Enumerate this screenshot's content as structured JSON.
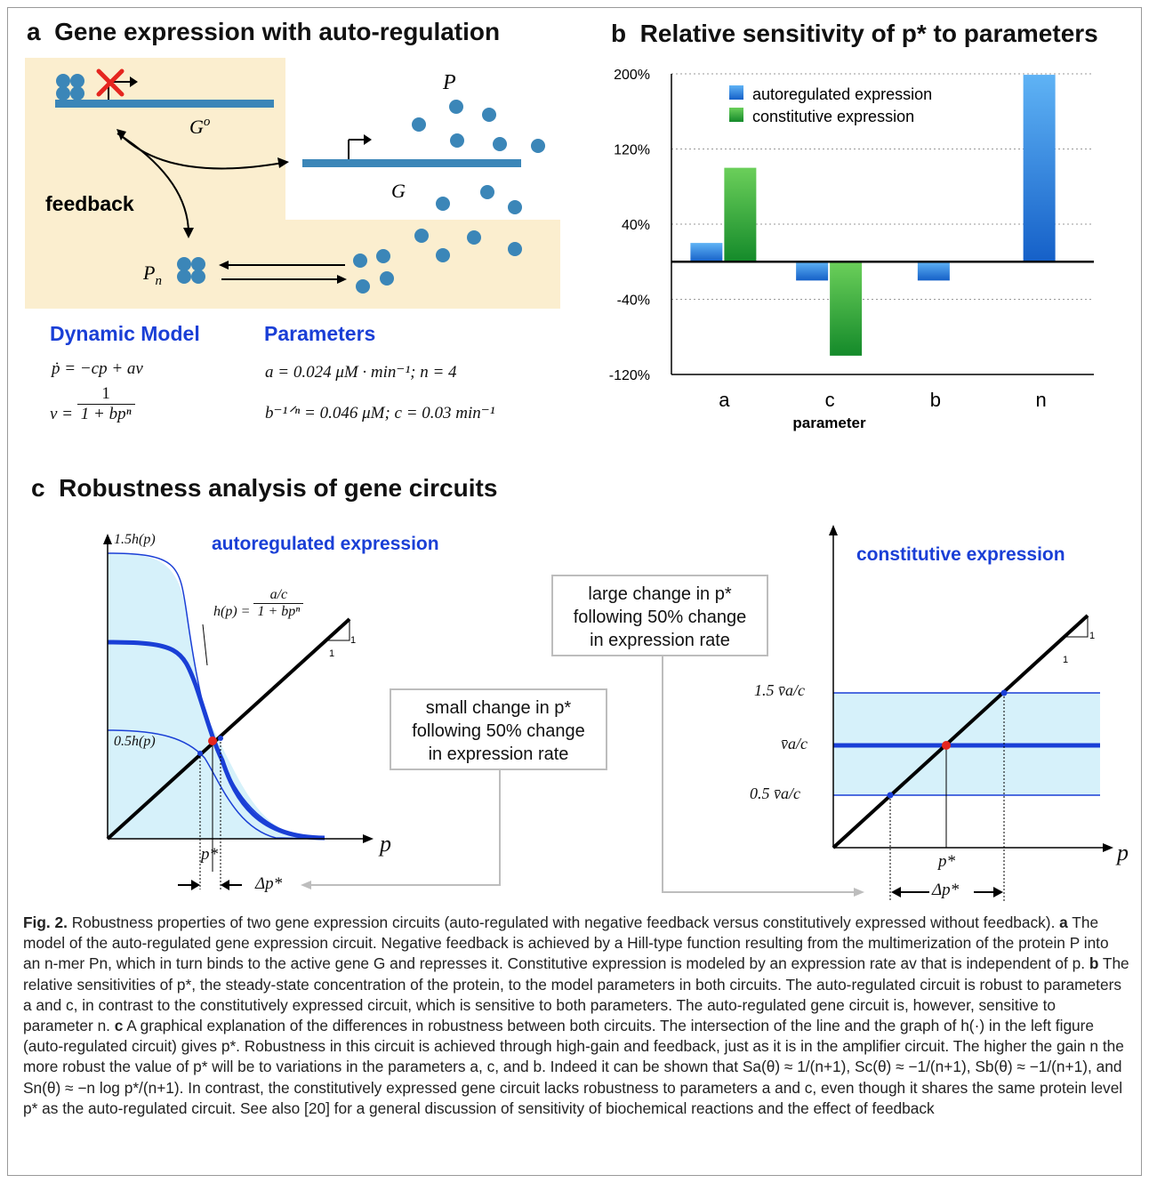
{
  "panel_a": {
    "letter": "a",
    "title": "Gene expression with auto-regulation",
    "label_P": "P",
    "label_Go": "G",
    "label_Go_sup": "o",
    "label_G": "G",
    "label_Pn": "P",
    "label_Pn_sub": "n",
    "feedback": "feedback",
    "dynamic_model": "Dynamic Model",
    "parameters": "Parameters",
    "eq1": "ṗ = −cp + av",
    "eq2_lhs": "v =",
    "eq2_num": "1",
    "eq2_den": "1 + bpⁿ",
    "param1": "a = 0.024 μM · min⁻¹;  n = 4",
    "param2": "b⁻¹ᐟⁿ = 0.046 μM;  c = 0.03 min⁻¹"
  },
  "panel_b": {
    "letter": "b",
    "title": "Relative sensitivity of p* to parameters"
  },
  "chart_data": {
    "type": "bar",
    "title": "Relative sensitivity of p* to parameters",
    "xlabel": "parameter",
    "ylabel": "",
    "categories": [
      "a",
      "c",
      "b",
      "n"
    ],
    "series": [
      {
        "name": "autoregulated expression",
        "values": [
          20,
          -20,
          -20,
          199
        ],
        "color": "#2f7fe0"
      },
      {
        "name": "constitutive expression",
        "values": [
          100,
          -100,
          null,
          null
        ],
        "color": "#3aa83a"
      }
    ],
    "ylim": [
      -120,
      200
    ],
    "yticks": [
      "200%",
      "120%",
      "40%",
      "-40%",
      "-120%"
    ],
    "ytick_values": [
      200,
      120,
      40,
      -40,
      -120
    ],
    "grid": true,
    "legend": "top-left"
  },
  "panel_c": {
    "letter": "c",
    "title": "Robustness analysis of gene circuits",
    "auto_title": "autoregulated expression",
    "const_title": "constitutive expression",
    "label_15h": "1.5h(p)",
    "label_05h": "0.5h(p)",
    "h_lhs": "h(p) =",
    "h_num": "a/c",
    "h_den": "1 + bpⁿ",
    "axis_p": "p",
    "pstar": "p*",
    "delta_pstar": "Δp*",
    "slope_one": "1",
    "label_15va": "1.5 v̄a/c",
    "label_va": "v̄a/c",
    "label_05va": "0.5 v̄a/c",
    "callout_small": [
      "small change in p*",
      "following 50% change",
      "in expression rate"
    ],
    "callout_large": [
      "large change in p*",
      "following 50% change",
      "in expression rate"
    ]
  },
  "caption": {
    "fig": "Fig. 2.",
    "text1": " Robustness properties of two gene expression circuits (auto-regulated with negative feedback versus constitutively expressed without feedback). ",
    "a": "a",
    "text2": " The model of the auto-regulated gene expression circuit. Negative feedback is achieved by a Hill-type function resulting from the multimerization of the protein P into an n-mer Pn, which in turn binds to the active gene G and represses it. Constitutive expression is modeled by an expression rate av that is independent of p. ",
    "b": "b",
    "text3": " The relative sensitivities of p*, the steady-state concentration of the protein, to the model parameters in both circuits. The auto-regulated circuit is robust to parameters a and c, in contrast to the constitutively expressed circuit, which is sensitive to both parameters. The auto-regulated gene circuit is, however, sensitive to parameter n. ",
    "c": "c",
    "text4": " A graphical explanation of the differences in robustness between both circuits. The intersection of the line and the graph of h(·) in the left figure (auto-regulated circuit) gives p*. Robustness in this circuit is achieved through high-gain and feedback, just as it is in the amplifier circuit. The higher the gain n the more robust the value of p* will be to variations in the parameters a, c, and b. Indeed it can be shown that Sa(θ) ≈ 1/(n+1), Sc(θ) ≈ −1/(n+1), Sb(θ) ≈ −1/(n+1), and Sn(θ) ≈ −n log p*/(n+1). In contrast, the constitutively expressed gene circuit lacks robustness to parameters a and c, even though it shares the same protein level p* as the auto-regulated circuit. See also [20] for a general discussion of sensitivity of biochemical reactions and the effect of feedback"
  }
}
